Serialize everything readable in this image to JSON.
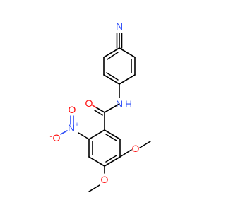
{
  "molecule": {
    "atoms": {
      "nitrile_n": "N",
      "amide_n": "N",
      "amide_h": "H",
      "carbonyl_o": "O",
      "nitro_n": "N",
      "nitro_n_charge": "+",
      "nitro_o_double": "O",
      "nitro_o_single": "O",
      "nitro_o_charge": "-",
      "methoxy5_o": "O",
      "methoxy4_o": "O"
    },
    "colors": {
      "carbon_bond": "#000000",
      "nitrogen": "#3050f8",
      "oxygen": "#ff0d0d"
    }
  }
}
